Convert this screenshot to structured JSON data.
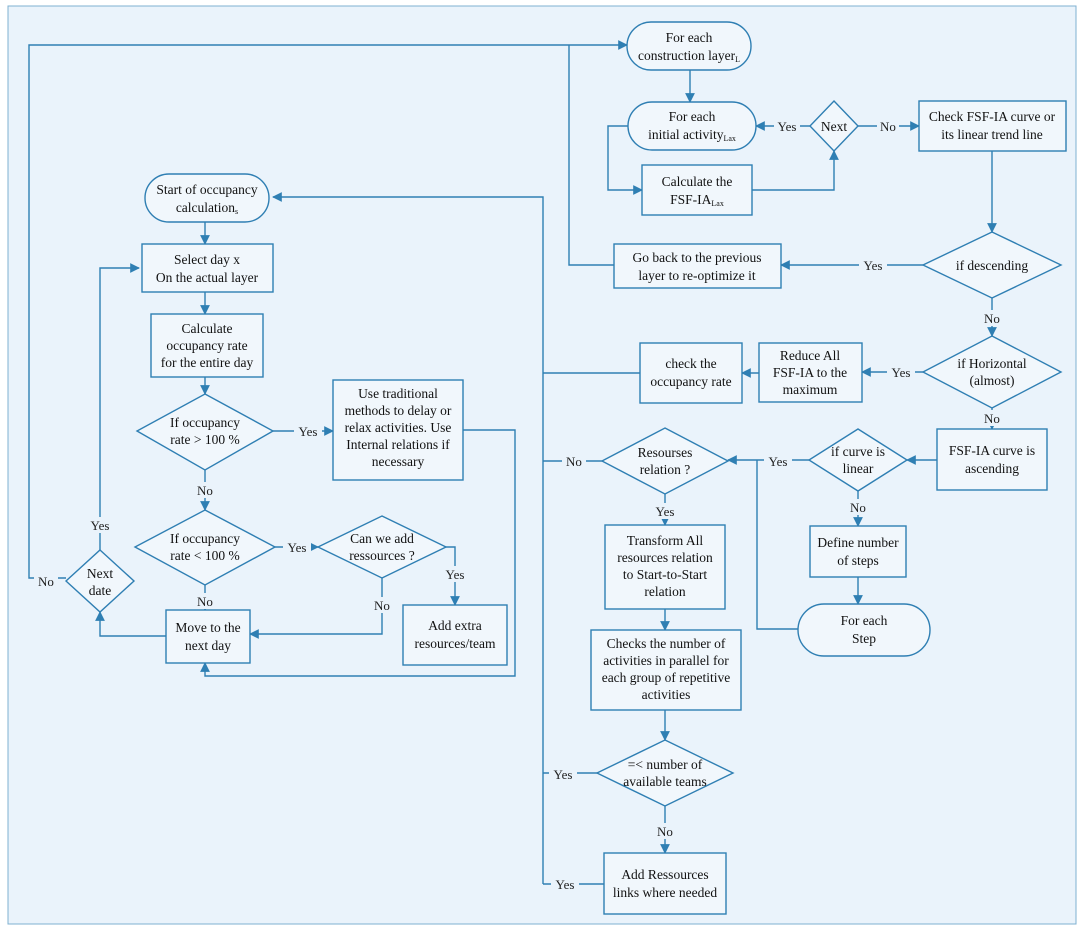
{
  "colors": {
    "frame_bg": "#eaf3fb",
    "box_fill": "#f1f7fc",
    "stroke": "#2f7fb3",
    "arrow": "#2f7fb3",
    "text": "#111111"
  },
  "terminals": {
    "each_layer": {
      "l1": "For each",
      "l2": "construction layer",
      "sub2": "L"
    },
    "each_activity": {
      "l1": "For each",
      "l2": "initial activity",
      "sub2": "Lax"
    },
    "start_occ": {
      "l1": "Start of occupancy",
      "l2": "calculation",
      "sub2": "s"
    },
    "each_step": {
      "l1": "For each",
      "l2": "Step"
    }
  },
  "processes": {
    "calc_fsf": {
      "l1": "Calculate the",
      "l2": "FSF-IA",
      "sub2": "Lax"
    },
    "check_curve": {
      "l1": "Check FSF-IA curve or",
      "l2": "its linear trend line"
    },
    "go_back": {
      "l1": "Go back to the previous",
      "l2": "layer to re-optimize it"
    },
    "select_day": {
      "l1": "Select day x",
      "l2": "On the actual layer"
    },
    "calc_occ": {
      "l1": "Calculate",
      "l2": "occupancy rate",
      "l3": "for the entire day"
    },
    "traditional": {
      "l1": "Use traditional",
      "l2": "methods to delay or",
      "l3": "relax activities. Use",
      "l4": "Internal relations if",
      "l5": "necessary"
    },
    "check_occ": {
      "l1": "check the",
      "l2": "occupancy rate"
    },
    "reduce_all": {
      "l1": "Reduce All",
      "l2": "FSF-IA to the",
      "l3": "maximum"
    },
    "ascending": {
      "l1": "FSF-IA curve is",
      "l2": "ascending"
    },
    "define_steps": {
      "l1": "Define number",
      "l2": "of steps"
    },
    "transform": {
      "l1": "Transform All",
      "l2": "resources relation",
      "l3": "to Start-to-Start",
      "l4": "relation"
    },
    "checks_parallel": {
      "l1": "Checks the number of",
      "l2": "activities in parallel for",
      "l3": "each group of repetitive",
      "l4": "activities"
    },
    "add_links": {
      "l1": "Add Ressources",
      "l2": "links where needed"
    },
    "move_next": {
      "l1": "Move to the",
      "l2": "next day"
    },
    "add_extra": {
      "l1": "Add extra",
      "l2": "resources/team"
    }
  },
  "decisions": {
    "next": {
      "l1": "Next"
    },
    "descending": {
      "l1": "if descending"
    },
    "horizontal": {
      "l1": "if Horizontal",
      "l2": "(almost)"
    },
    "linear": {
      "l1": "if curve is",
      "l2": "linear"
    },
    "resources_rel": {
      "l1": "Resourses",
      "l2": "relation ?"
    },
    "occ_gt": {
      "l1": "If occupancy",
      "l2": "rate > 100 %"
    },
    "occ_lt": {
      "l1": "If occupancy",
      "l2": "rate < 100 %"
    },
    "can_add": {
      "l1": "Can we add",
      "l2": "ressources ?"
    },
    "next_date": {
      "l1": "Next",
      "l2": "date"
    },
    "teams": {
      "l1": "=< number of",
      "l2": "available teams"
    }
  },
  "edge_labels": {
    "yes": "Yes",
    "no": "No"
  }
}
